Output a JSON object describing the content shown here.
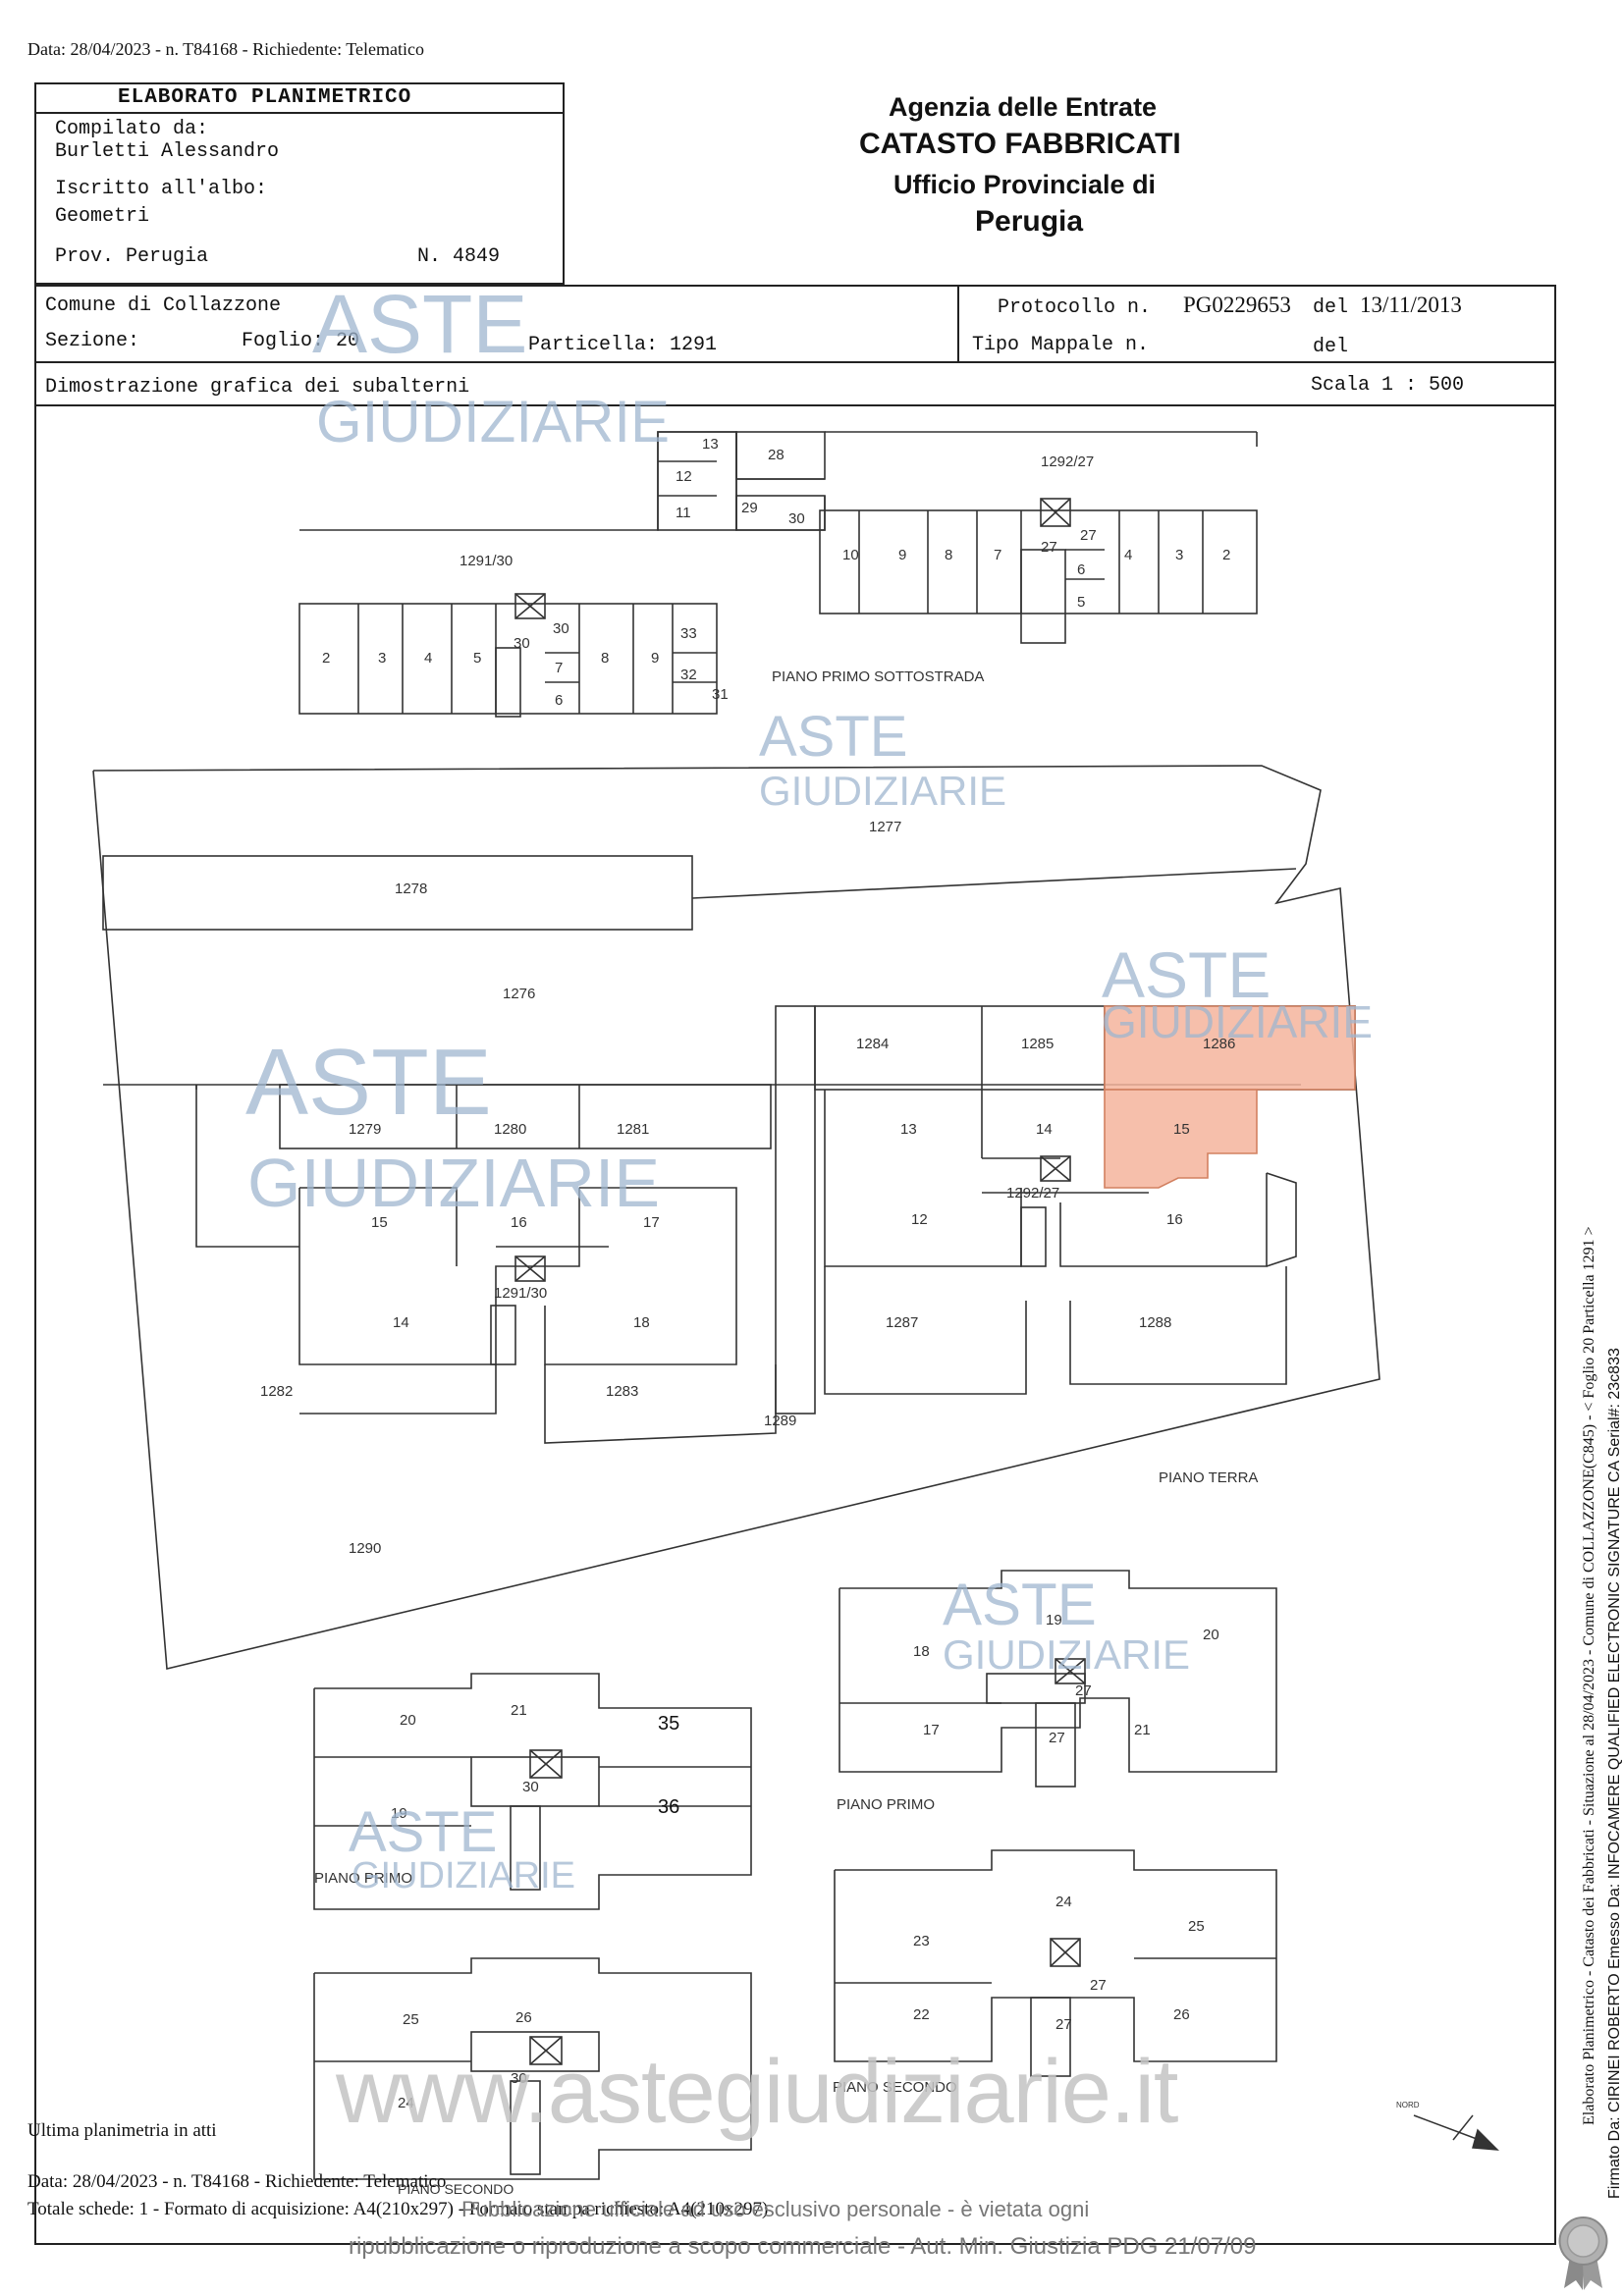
{
  "header_line": "Data: 28/04/2023 - n. T84168 - Richiedente: Telematico",
  "form": {
    "title": "ELABORATO PLANIMETRICO",
    "compiled_label": "Compilato da:",
    "compiled_name": "Burletti Alessandro",
    "albo_label": "Iscritto all'albo:",
    "albo_value": "Geometri",
    "prov": "Prov. Perugia",
    "number": "N. 4849"
  },
  "agency": {
    "line1": "Agenzia delle Entrate",
    "line2": "CATASTO FABBRICATI",
    "line3": "Ufficio Provinciale di",
    "line4": "Perugia"
  },
  "info": {
    "comune": "Comune di Collazzone",
    "sezione_label": "Sezione:",
    "foglio": "Foglio: 20",
    "particella": "Particella: 1291",
    "protocollo_label": "Protocollo n.",
    "protocollo_value": "PG0229653",
    "del_label": "del",
    "protocollo_date": "13/11/2013",
    "tipo_mappale": "Tipo Mappale n.",
    "del2": "del",
    "dimostrazione": "Dimostrazione grafica dei subalterni",
    "scala": "Scala 1 : 500"
  },
  "plan_labels": {
    "piano_primo_sottostrada": "PIANO PRIMO SOTTOSTRADA",
    "piano_terra": "PIANO TERRA",
    "piano_primo_a": "PIANO PRIMO",
    "piano_primo_b": "PIANO PRIMO",
    "piano_secondo_a": "PIANO SECONDO",
    "piano_secondo_b": "PIANO SECONDO",
    "nord": "NORD"
  },
  "watermark": {
    "aste": "ASTE",
    "giudiziarie": "GIUDIZIARIE",
    "site": "www.astegiudiziarie.it"
  },
  "footer": {
    "ultima": "Ultima planimetria in atti",
    "line1": "Data: 28/04/2023 - n. T84168 - Richiedente: Telematico",
    "line2": "Totale schede: 1 - Formato di acquisizione: A4(210x297) - Formato stampa richiesto: A4(210x297)",
    "notice1": "Pubblicazione ufficiale ad uso esclusivo personale - è vietata ogni",
    "notice2": "ripubblicazione o riproduzione a scopo commerciale - Aut. Min. Giustizia PDG 21/07/09"
  },
  "side": {
    "line1": "Elaborato Planimetrico - Catasto dei Fabbricati - Situazione al 28/04/2023 - Comune di COLLAZZONE(C845) - < Foglio 20 Particella 1291 >",
    "line2": "Firmato Da: CIRINEI ROBERTO Emesso Da: INFOCAMERE QUALIFIED ELECTRONIC SIGNATURE CA Serial#: 23c833"
  },
  "highlight_color": "#f4b49c"
}
